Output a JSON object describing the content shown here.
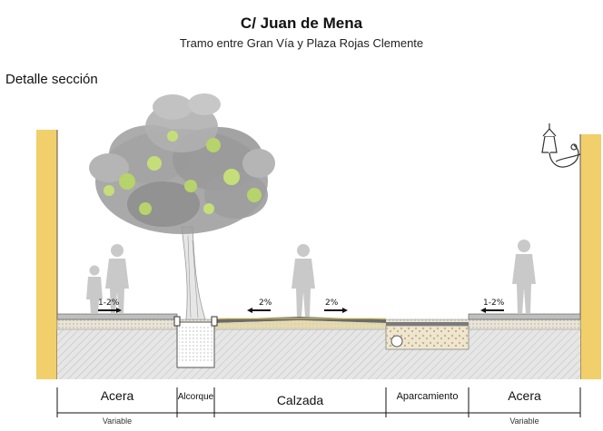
{
  "header": {
    "title": "C/ Juan de Mena",
    "subtitle": "Tramo entre Gran Vía y Plaza Rojas Clemente"
  },
  "section_label": "Detalle sección",
  "slopes": {
    "left_sidewalk": "1-2%",
    "road_left": "2%",
    "road_right": "2%",
    "right_sidewalk": "1-2%"
  },
  "segments": [
    {
      "label": "Acera",
      "sublabel": "Variable"
    },
    {
      "label": "Alcorque"
    },
    {
      "label": "Calzada"
    },
    {
      "label": "Aparcamiento"
    },
    {
      "label": "Acera",
      "sublabel": "Variable"
    }
  ],
  "colors": {
    "wall": "#f1cf6a",
    "ground": "#dcdcdc",
    "tree_gray": "#9a9a9a",
    "tree_green": "#b7d36b",
    "people": "#c9c9c9"
  }
}
